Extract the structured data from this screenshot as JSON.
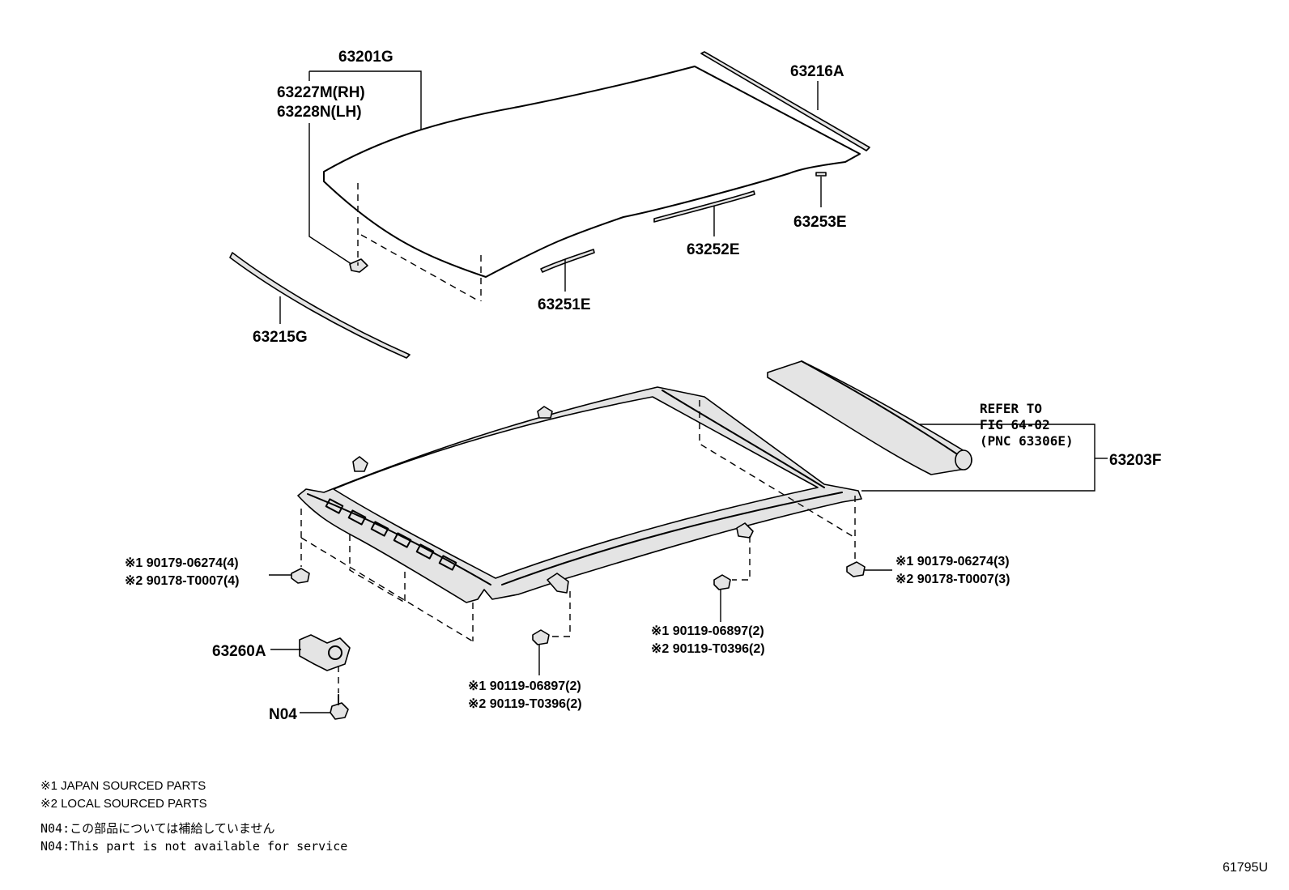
{
  "labels": {
    "p63201G": "63201G",
    "p63227M": "63227M(RH)",
    "p63228N": "63228N(LH)",
    "p63216A": "63216A",
    "p63253E": "63253E",
    "p63252E": "63252E",
    "p63251E": "63251E",
    "p63215G": "63215G",
    "refer1": "REFER TO",
    "refer2": "FIG 64-02",
    "refer3": "(PNC 63306E)",
    "p63203F": "63203F",
    "left_bolt_1": "※1 90179-06274(4)",
    "left_bolt_2": "※2 90178-T0007(4)",
    "right_bolt_1": "※1 90179-06274(3)",
    "right_bolt_2": "※2 90178-T0007(3)",
    "mid_nut_1": "※1 90119-06897(2)",
    "mid_nut_2": "※2 90119-T0396(2)",
    "low_nut_1": "※1 90119-06897(2)",
    "low_nut_2": "※2 90119-T0396(2)",
    "p63260A": "63260A",
    "pN04": "N04"
  },
  "notes": {
    "japan": "※1 JAPAN SOURCED PARTS",
    "local": "※2 LOCAL SOURCED PARTS",
    "n04_jp": "N04:この部品については補給していません",
    "n04_en": "N04:This part is not available for service"
  },
  "figure_code": "61795U"
}
